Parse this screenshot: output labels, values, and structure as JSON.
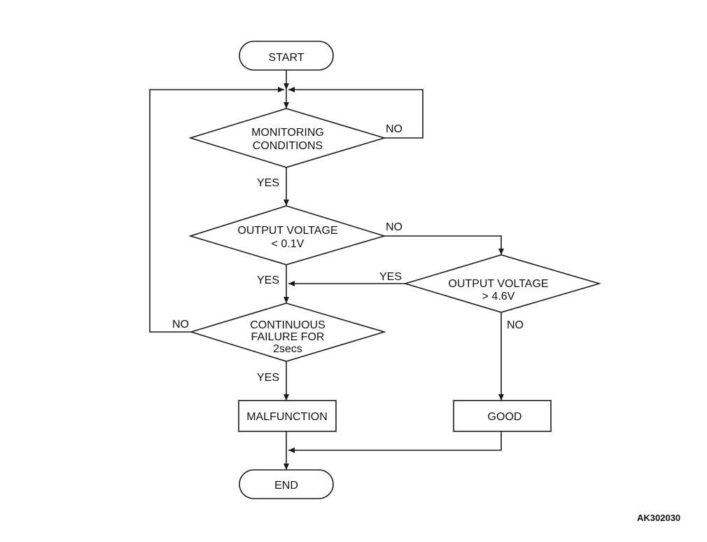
{
  "nodes": {
    "start": {
      "lines": [
        "START"
      ]
    },
    "monitoring": {
      "lines": [
        "MONITORING",
        "CONDITIONS"
      ]
    },
    "lt": {
      "lines": [
        "OUTPUT VOLTAGE",
        "< 0.1V"
      ]
    },
    "gt": {
      "lines": [
        "OUTPUT VOLTAGE",
        "> 4.6V"
      ]
    },
    "continuous": {
      "lines": [
        "CONTINUOUS",
        "FAILURE FOR",
        "2secs"
      ]
    },
    "malfunction": {
      "lines": [
        "MALFUNCTION"
      ]
    },
    "good": {
      "lines": [
        "GOOD"
      ]
    },
    "end": {
      "lines": [
        "END"
      ]
    }
  },
  "edge_labels": {
    "monitoring_no": "NO",
    "monitoring_yes": "YES",
    "lt_no": "NO",
    "lt_yes": "YES",
    "gt_yes": "YES",
    "gt_no": "NO",
    "continuous_no": "NO",
    "continuous_yes": "YES"
  },
  "reference_code": "AK302030"
}
